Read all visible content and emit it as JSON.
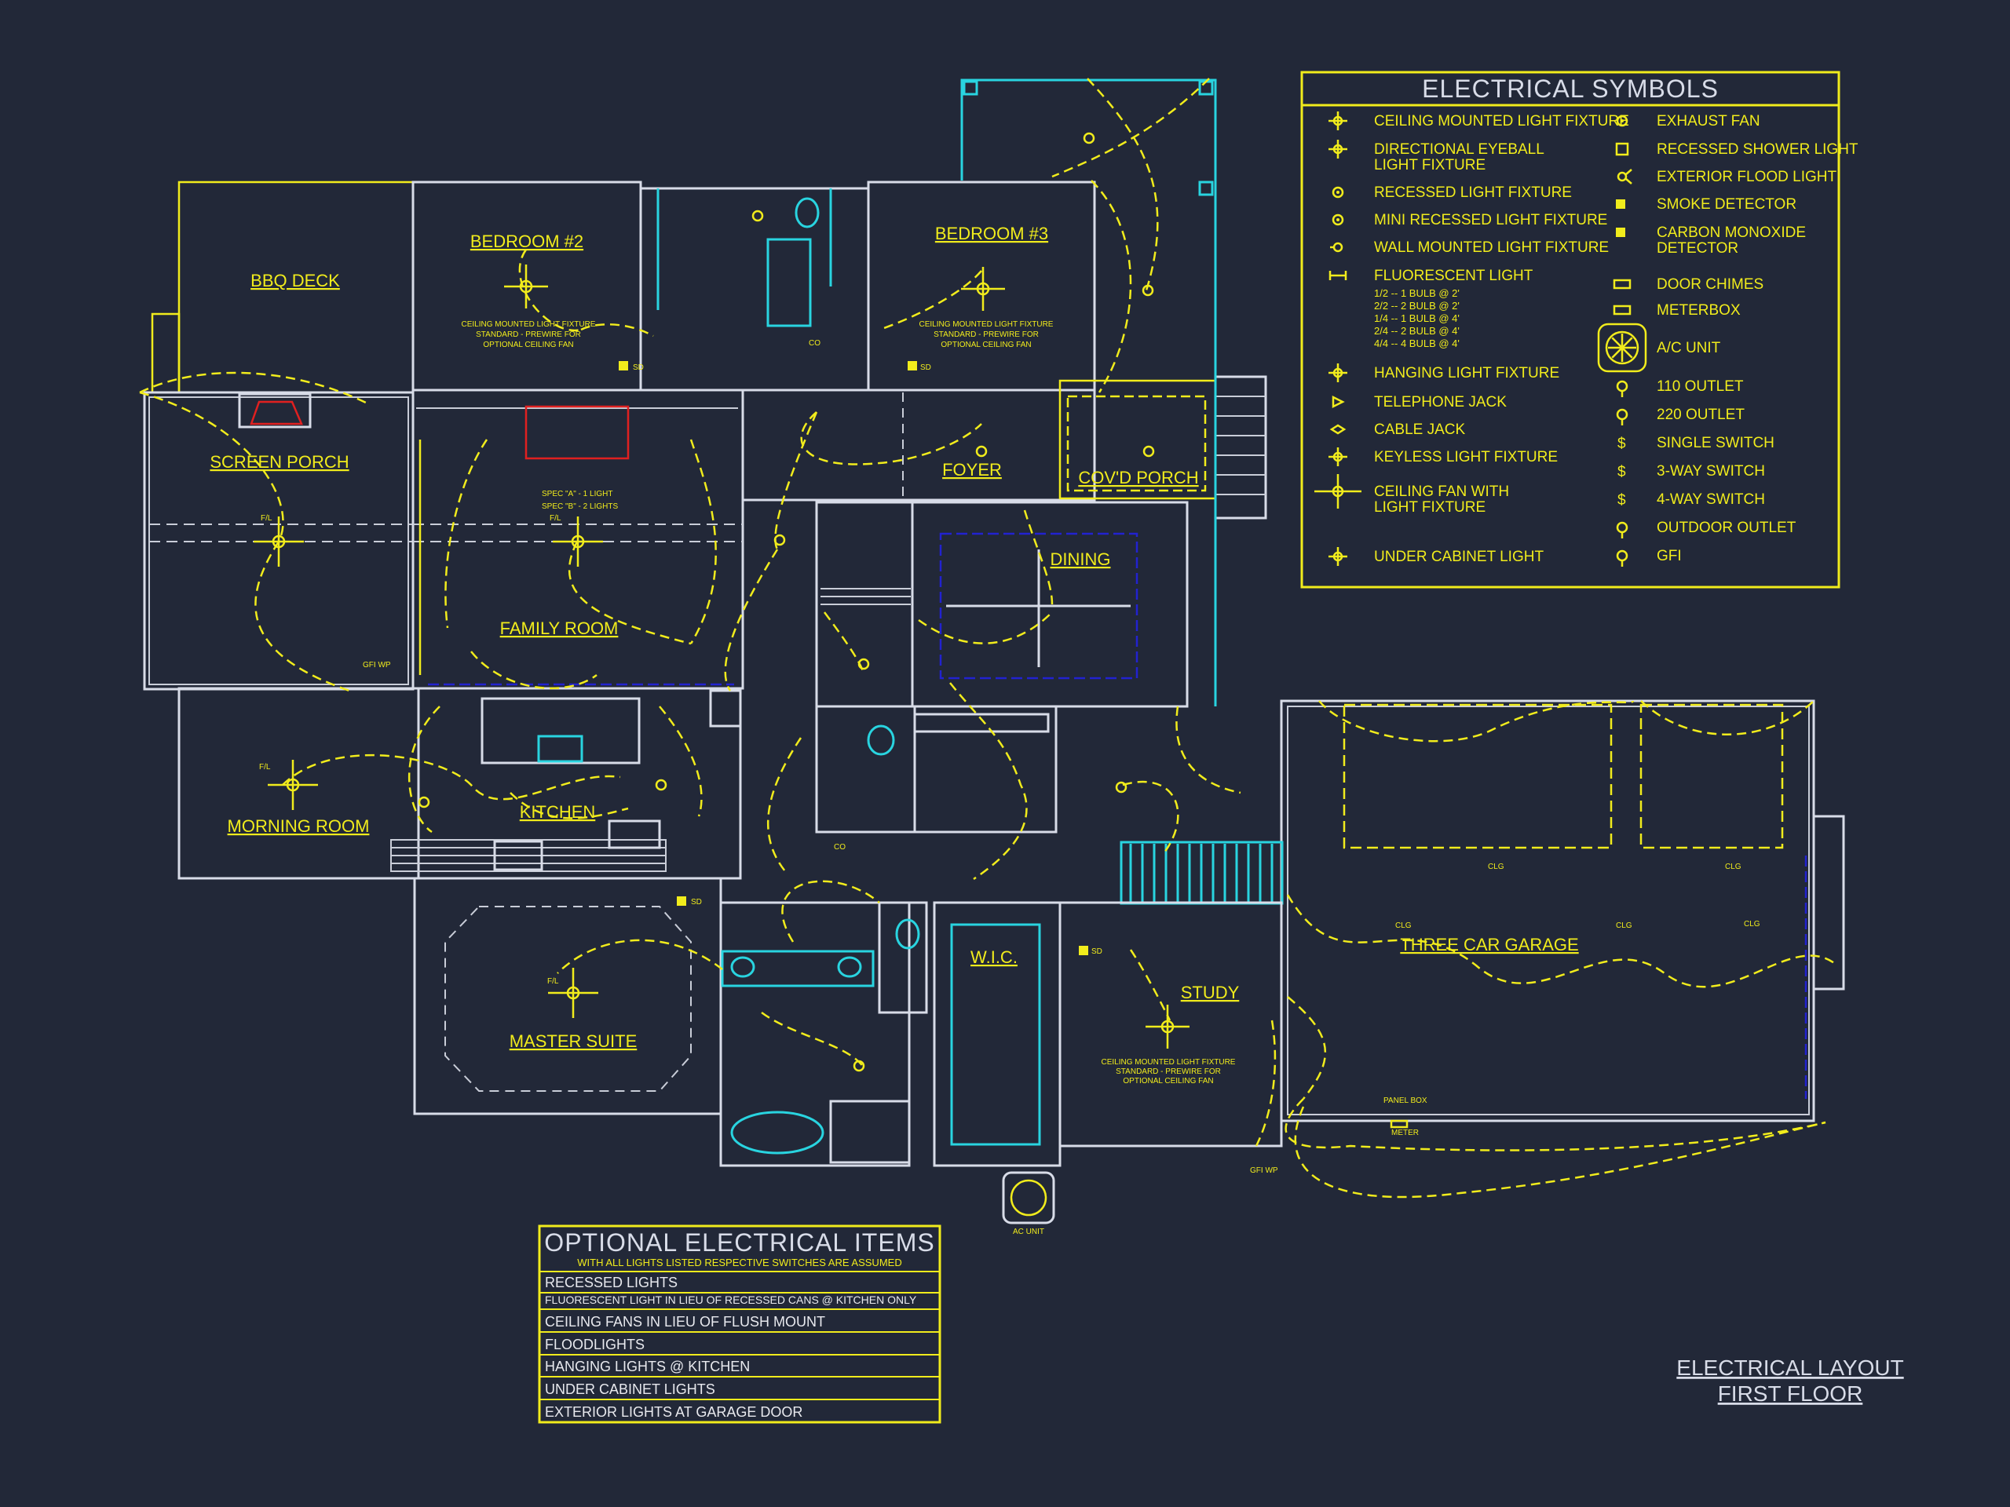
{
  "rooms": {
    "bbq_deck": "BBQ DECK",
    "bedroom2": "BEDROOM #2",
    "bedroom3": "BEDROOM #3",
    "screen_porch": "SCREEN PORCH",
    "family_room": "FAMILY ROOM",
    "foyer": "FOYER",
    "covd_porch": "COV'D PORCH",
    "dining": "DINING",
    "morning_room": "MORNING ROOM",
    "kitchen": "KITCHEN",
    "master_suite": "MASTER SUITE",
    "wic": "W.I.C.",
    "study": "STUDY",
    "three_car_garage": "THREE CAR GARAGE"
  },
  "notes": {
    "ceiling_fixture_line1": "CEILING MOUNTED LIGHT FIXTURE",
    "ceiling_fixture_line2": "STANDARD - PREWIRE FOR",
    "ceiling_fixture_line3": "OPTIONAL CEILING FAN",
    "spec_a": "SPEC \"A\" - 1 LIGHT",
    "spec_b": "SPEC \"B\" - 2 LIGHTS",
    "ac_unit": "AC UNIT",
    "panel_box": "PANEL BOX",
    "meter": "METER",
    "gfi_wp": "GFI WP",
    "fl": "F/L",
    "clg": "CLG",
    "sd": "SD",
    "co": "CO"
  },
  "legend": {
    "title": "ELECTRICAL SYMBOLS",
    "left": [
      {
        "icon": "ceiling-light-icon",
        "label": "CEILING MOUNTED LIGHT FIXTURE"
      },
      {
        "icon": "eyeball-light-icon",
        "label": "DIRECTIONAL EYEBALL",
        "label2": "LIGHT FIXTURE"
      },
      {
        "icon": "recessed-light-icon",
        "label": "RECESSED LIGHT FIXTURE"
      },
      {
        "icon": "mini-recessed-icon",
        "label": "MINI RECESSED LIGHT FIXTURE"
      },
      {
        "icon": "wall-light-icon",
        "label": "WALL MOUNTED LIGHT FIXTURE"
      },
      {
        "icon": "fluorescent-icon",
        "label": "FLUORESCENT LIGHT"
      },
      {
        "icon": "hanging-light-icon",
        "label": "HANGING LIGHT FIXTURE"
      },
      {
        "icon": "telephone-jack-icon",
        "label": "TELEPHONE JACK"
      },
      {
        "icon": "cable-jack-icon",
        "label": "CABLE JACK"
      },
      {
        "icon": "keyless-light-icon",
        "label": "KEYLESS LIGHT FIXTURE"
      },
      {
        "icon": "ceiling-fan-icon",
        "label": "CEILING FAN WITH",
        "label2": "LIGHT FIXTURE"
      },
      {
        "icon": "under-cabinet-icon",
        "label": "UNDER CABINET LIGHT"
      }
    ],
    "fluorescent_sub": [
      "1/2 -- 1 BULB @ 2'",
      "2/2 -- 2 BULB @ 2'",
      "1/4 -- 1 BULB @ 4'",
      "2/4 -- 2 BULB @ 4'",
      "4/4 -- 4 BULB @ 4'"
    ],
    "right": [
      {
        "icon": "exhaust-fan-icon",
        "label": "EXHAUST FAN"
      },
      {
        "icon": "shower-light-icon",
        "label": "RECESSED SHOWER LIGHT"
      },
      {
        "icon": "flood-light-icon",
        "label": "EXTERIOR FLOOD LIGHT"
      },
      {
        "icon": "smoke-detector-icon",
        "label": "SMOKE DETECTOR"
      },
      {
        "icon": "co-detector-icon",
        "label": "CARBON MONOXIDE",
        "label2": "DETECTOR"
      },
      {
        "icon": "door-chimes-icon",
        "label": "DOOR CHIMES"
      },
      {
        "icon": "meterbox-icon",
        "label": "METERBOX"
      },
      {
        "icon": "ac-unit-icon",
        "label": "A/C UNIT"
      },
      {
        "icon": "outlet-110-icon",
        "label": "110 OUTLET"
      },
      {
        "icon": "outlet-220-icon",
        "label": "220 OUTLET"
      },
      {
        "icon": "single-switch-icon",
        "label": "SINGLE SWITCH"
      },
      {
        "icon": "three-way-switch-icon",
        "label": "3-WAY SWITCH"
      },
      {
        "icon": "four-way-switch-icon",
        "label": "4-WAY SWITCH"
      },
      {
        "icon": "outdoor-outlet-icon",
        "label": "OUTDOOR OUTLET"
      },
      {
        "icon": "gfi-icon",
        "label": "GFI"
      }
    ]
  },
  "optional": {
    "title": "OPTIONAL ELECTRICAL ITEMS",
    "subtitle": "WITH ALL LIGHTS LISTED RESPECTIVE SWITCHES ARE ASSUMED",
    "items": [
      "RECESSED LIGHTS",
      "FLUORESCENT LIGHT IN LIEU OF RECESSED CANS @ KITCHEN ONLY",
      "CEILING FANS IN LIEU OF FLUSH MOUNT",
      "FLOODLIGHTS",
      "HANGING LIGHTS @ KITCHEN",
      "UNDER CABINET LIGHTS",
      "EXTERIOR LIGHTS AT GARAGE DOOR"
    ]
  },
  "sheet": {
    "title_line1": "ELECTRICAL LAYOUT",
    "title_line2": "FIRST FLOOR"
  },
  "colors": {
    "background": "#222838",
    "electrical": "#f1ec1c",
    "walls": "#d8dce8",
    "fixtures": "#29d4e0"
  }
}
